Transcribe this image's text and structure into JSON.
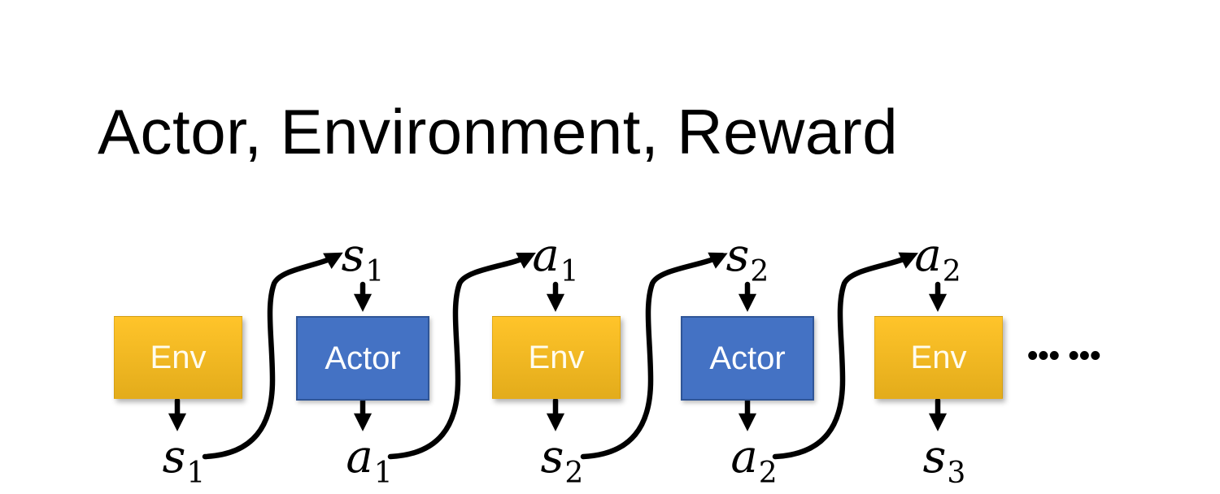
{
  "title": "Actor, Environment, Reward",
  "diagram": {
    "boxes": [
      {
        "label": "Env"
      },
      {
        "label": "Actor"
      },
      {
        "label": "Env"
      },
      {
        "label": "Actor"
      },
      {
        "label": "Env"
      }
    ],
    "top_labels": [
      {
        "base": "s",
        "sub": "1"
      },
      {
        "base": "a",
        "sub": "1"
      },
      {
        "base": "s",
        "sub": "2"
      },
      {
        "base": "a",
        "sub": "2"
      }
    ],
    "bottom_labels": [
      {
        "base": "s",
        "sub": "1"
      },
      {
        "base": "a",
        "sub": "1"
      },
      {
        "base": "s",
        "sub": "2"
      },
      {
        "base": "a",
        "sub": "2"
      },
      {
        "base": "s",
        "sub": "3"
      }
    ],
    "ellipsis": "••• •••",
    "colors": {
      "title_color": "#000000",
      "env_top": "#FFC42A",
      "env_bottom": "#E3AC1B",
      "env_text": "#FFFCEE",
      "actor_fill": "#4472C4",
      "actor_border": "#2F5597",
      "actor_text": "#FFFFFF",
      "arrow": "#000000"
    }
  }
}
